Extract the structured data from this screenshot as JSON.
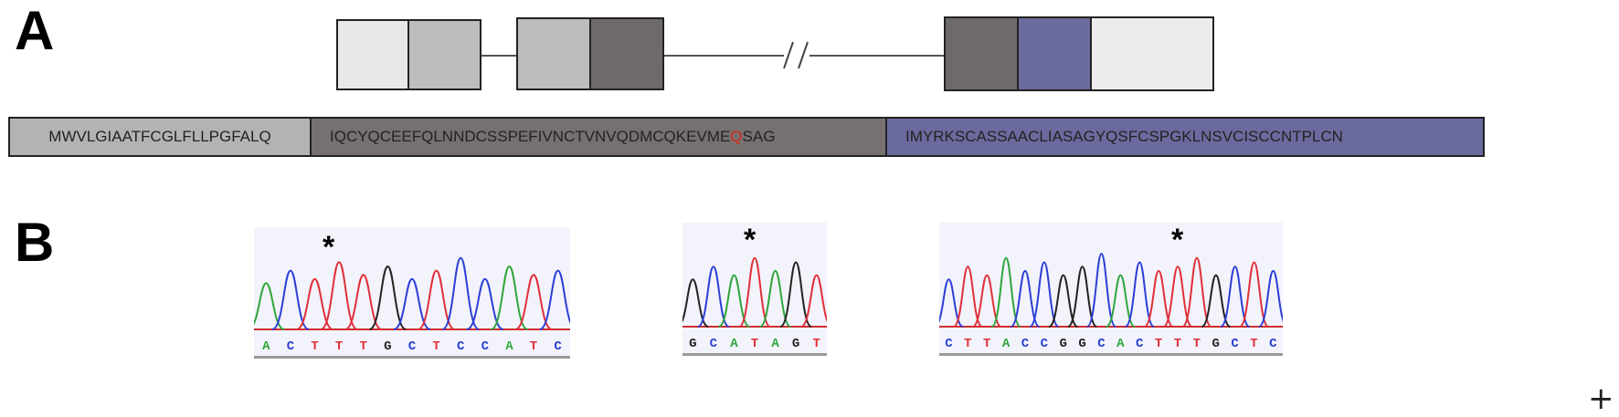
{
  "panel_a_label": "A",
  "panel_b_label": "B",
  "gene_structure": {
    "exons": [
      {
        "name": "exon-1",
        "color": "#e8e8e8"
      },
      {
        "name": "exon-2",
        "color": "#bdbdbd"
      },
      {
        "name": "exon-3",
        "color": "#bdbdbd"
      },
      {
        "name": "exon-4",
        "color": "#6f6a6a"
      },
      {
        "name": "exon-5",
        "color": "#6f6a6a"
      },
      {
        "name": "exon-6",
        "color": "#6a6a9c"
      },
      {
        "name": "exon-7",
        "color": "#ececec"
      }
    ],
    "break_mark": "//"
  },
  "protein": {
    "signal_peptide": "MWVLGIAATFCGLFLLPGFALQ",
    "middle_before": "IQCYQCEEFQLNNDCSSPEFIVNCTVNVQDMCQKEVME",
    "mutated_residue": "Q",
    "middle_after": "SAG",
    "c_terminal": "IMYRKSCASSAACLIASAGYQSFCSPGKLNSVCISCCNTPLCN",
    "colors": {
      "signal": "#b3b3b3",
      "middle": "#767070",
      "c_terminal": "#6b6a9e",
      "mutation": "#d9261c"
    }
  },
  "chromatograms": [
    {
      "bases": [
        "A",
        "C",
        "T",
        "T",
        "T",
        "G",
        "C",
        "T",
        "C",
        "C",
        "A",
        "T",
        "C"
      ],
      "marker": "*"
    },
    {
      "bases": [
        "G",
        "C",
        "A",
        "T",
        "A",
        "G",
        "T"
      ],
      "marker": "*"
    },
    {
      "bases": [
        "C",
        "T",
        "T",
        "A",
        "C",
        "C",
        "G",
        "G",
        "C",
        "A",
        "C",
        "T",
        "T",
        "T",
        "G",
        "C",
        "T",
        "C"
      ],
      "marker": "*"
    }
  ],
  "base_colors": {
    "A": "#2ea63a",
    "C": "#2b3fd6",
    "G": "#222222",
    "T": "#e0303a"
  },
  "corner_mark": "+"
}
